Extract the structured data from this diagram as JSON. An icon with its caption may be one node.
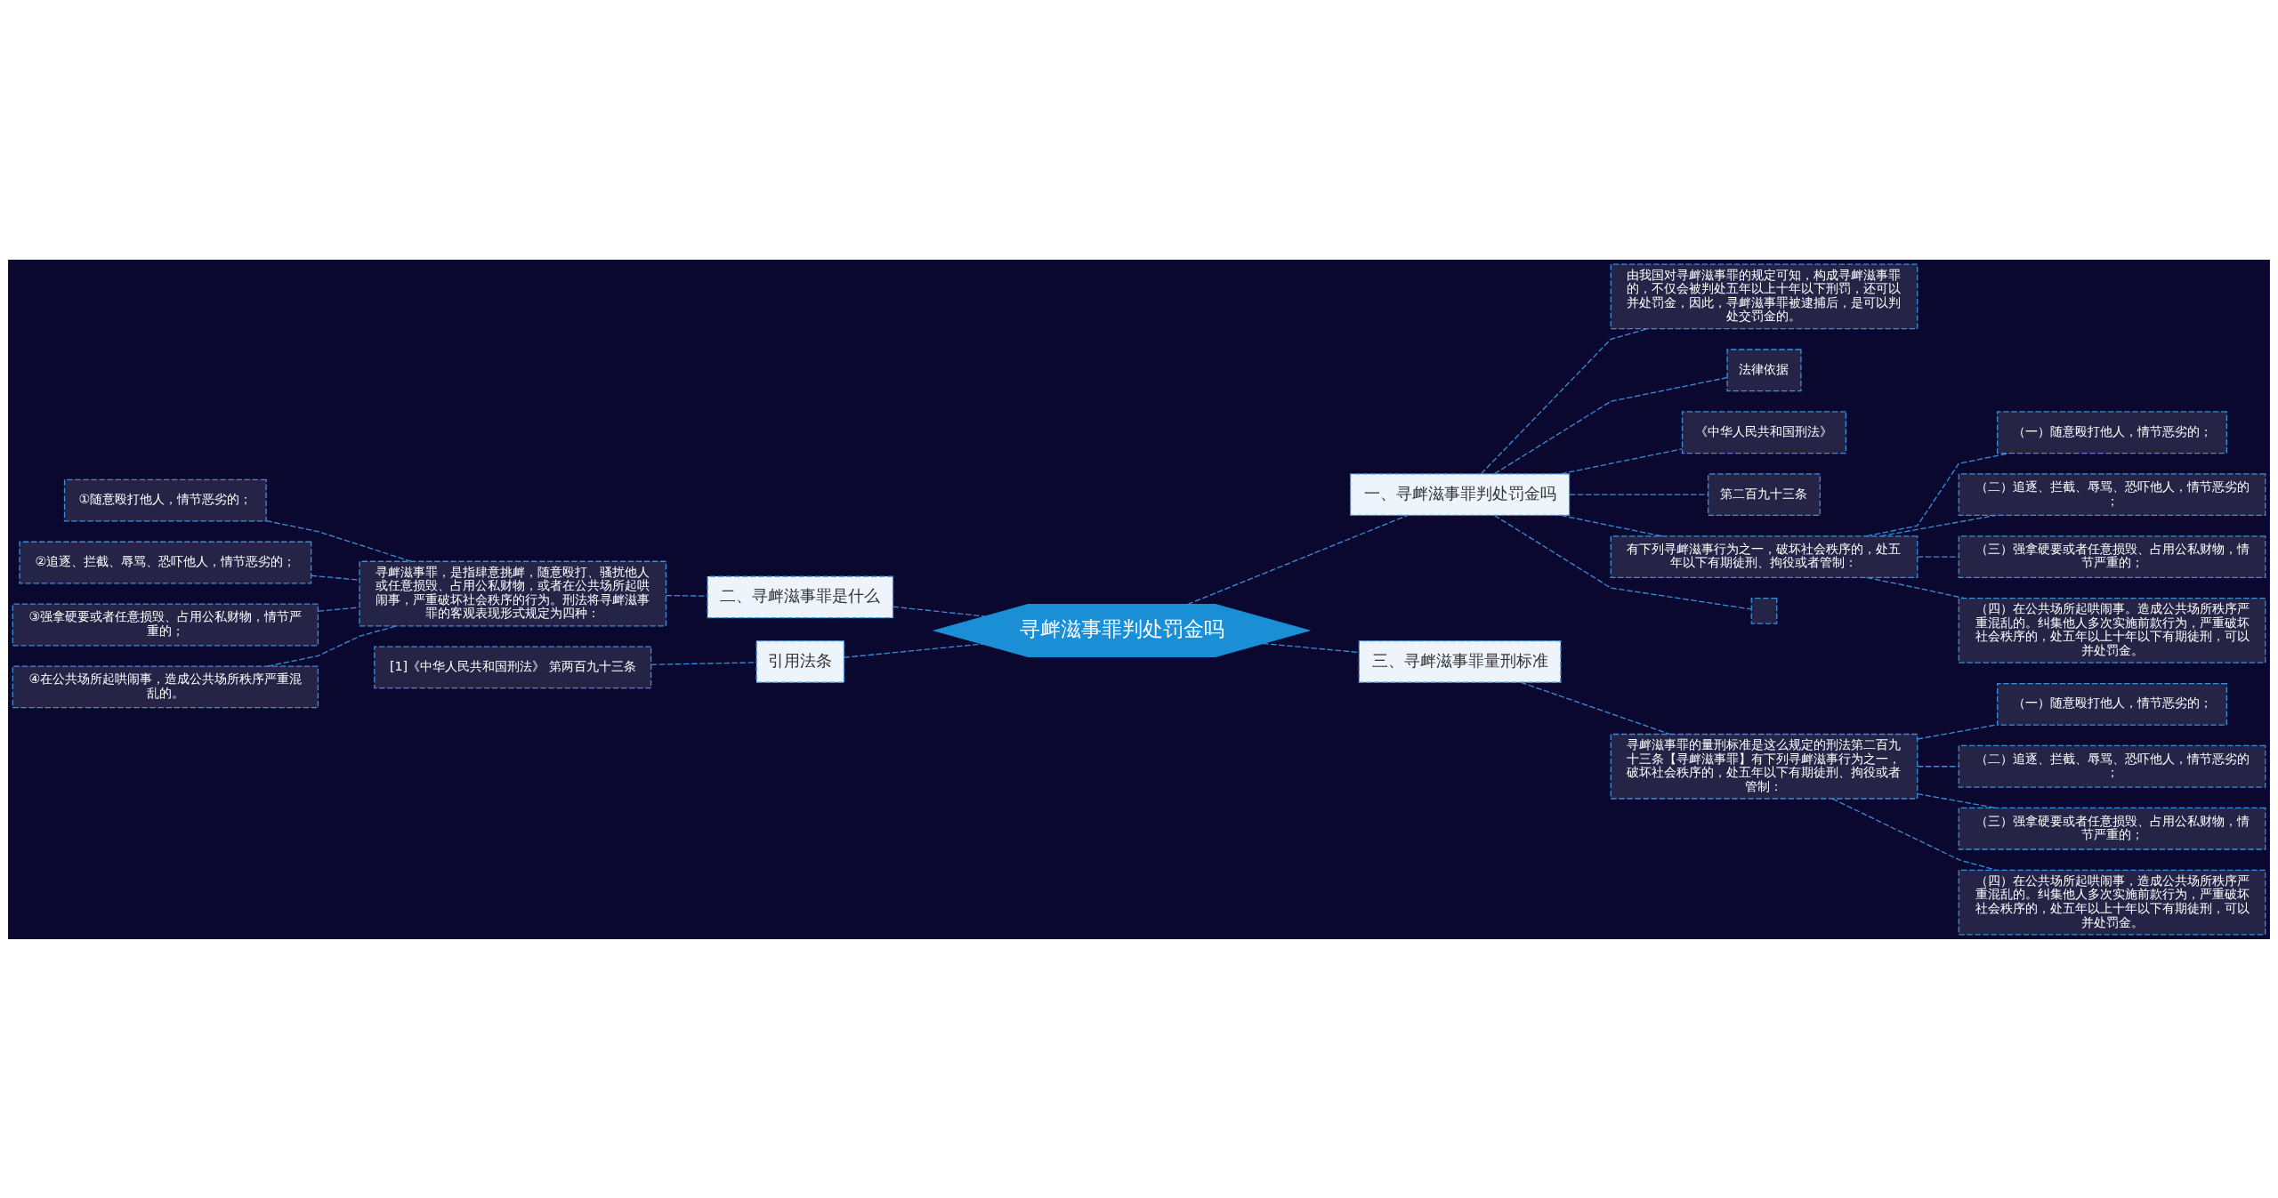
{
  "diagram": {
    "nodes": [
      {
        "text": [
          "寻衅滋事罪判处罚金吗"
        ]
      },
      {
        "text": [
          "一、寻衅滋事罪判处罚金吗"
        ]
      },
      {
        "text": [
          "由我国对寻衅滋事罪的规定可知，构成寻衅滋事罪的，不仅会被判处五年以上十年以下刑罚，还可以并处罚金，因此，寻衅滋事罪被逮捕后，是可以判处交罚金的。"
        ]
      },
      {
        "text": [
          "法律依据"
        ]
      },
      {
        "text": [
          "《中华人民共和国刑法》"
        ]
      },
      {
        "text": [
          "第二百九十三条"
        ]
      },
      {
        "text": [
          "有下列寻衅滋事行为之一，破坏社会秩序的，处五年以下有期徒刑、拘役或者管制："
        ]
      },
      {
        "text": [
          "（一）随意殴打他人，情节恶劣的；"
        ]
      },
      {
        "text": [
          "（二）追逐、拦截、辱骂、恐吓他人，情节恶劣的；"
        ]
      },
      {
        "text": [
          "（三）强拿硬要或者任意损毁、占用公私财物，情节严重的；"
        ]
      },
      {
        "text": [
          "（四）在公共场所起哄闹事。造成公共场所秩序严重混乱的。纠集他人多次实施前款行为，严重破坏社会秩序的，处五年以上十年以下有期徒刑，可以并处罚金。"
        ]
      },
      {
        "text": [],
        "shape": "box"
      },
      {
        "text": [
          "三、寻衅滋事罪量刑标准"
        ]
      },
      {
        "text": [
          "寻衅滋事罪的量刑标准是这么规定的刑法第二百九十三条【寻衅滋事罪】有下列寻衅滋事行为之一，破坏社会秩序的，处五年以下有期徒刑、拘役或者管制："
        ]
      },
      {
        "text": [
          "（一）随意殴打他人，情节恶劣的；"
        ]
      },
      {
        "text": [
          "（二）追逐、拦截、辱骂、恐吓他人，情节恶劣的；"
        ]
      },
      {
        "text": [
          "（三）强拿硬要或者任意损毁、占用公私财物，情节严重的；"
        ]
      },
      {
        "text": [
          "（四）在公共场所起哄闹事，造成公共场所秩序严重混乱的。纠集他人多次实施前款行为，严重破坏社会秩序的，处五年以上十年以下有期徒刑，可以并处罚金。"
        ]
      },
      {
        "text": [
          "二、寻衅滋事罪是什么"
        ]
      },
      {
        "text": [
          "寻衅滋事罪，是指肆意挑衅，随意殴打、骚扰他人或任意损毁、占用公私财物，或者在公共场所起哄闹事，严重破坏社会秩序的行为。刑法将寻衅滋事罪的客观表现形式规定为四种："
        ]
      },
      {
        "text": [
          "①随意殴打他人，情节恶劣的；"
        ]
      },
      {
        "text": [
          "②追逐、拦截、辱骂、恐吓他人，情节恶劣的；"
        ]
      },
      {
        "text": [
          "③强拿硬要或者任意损毁、占用公私财物，情节严重的；"
        ]
      },
      {
        "text": [
          "④在公共场所起哄闹事，造成公共场所秩序严重混乱的。"
        ]
      },
      {
        "text": [
          "引用法条"
        ]
      },
      {
        "text": [
          "[1]《中华人民共和国刑法》 第两百九十三条"
        ]
      }
    ],
    "edges": [
      {
        "from": 0,
        "to": 1,
        "arrow": "none"
      },
      {
        "from": 1,
        "to": 2,
        "arrow": "none"
      },
      {
        "from": 1,
        "to": 3,
        "arrow": "none"
      },
      {
        "from": 1,
        "to": 4,
        "arrow": "none"
      },
      {
        "from": 1,
        "to": 5,
        "arrow": "none"
      },
      {
        "from": 1,
        "to": 6,
        "arrow": "none"
      },
      {
        "from": 6,
        "to": 7,
        "arrow": "none"
      },
      {
        "from": 6,
        "to": 8,
        "arrow": "none"
      },
      {
        "from": 6,
        "to": 9,
        "arrow": "none"
      },
      {
        "from": 6,
        "to": 10,
        "arrow": "none"
      },
      {
        "from": 1,
        "to": 11,
        "arrow": "none"
      },
      {
        "from": 0,
        "to": 12,
        "arrow": "none"
      },
      {
        "from": 12,
        "to": 13,
        "arrow": "none"
      },
      {
        "from": 13,
        "to": 14,
        "arrow": "none"
      },
      {
        "from": 13,
        "to": 15,
        "arrow": "none"
      },
      {
        "from": 13,
        "to": 16,
        "arrow": "none"
      },
      {
        "from": 13,
        "to": 17,
        "arrow": "none"
      },
      {
        "from": 0,
        "to": 18,
        "arrow": "none"
      },
      {
        "from": 18,
        "to": 19,
        "arrow": "none"
      },
      {
        "from": 19,
        "to": 20,
        "arrow": "none"
      },
      {
        "from": 19,
        "to": 21,
        "arrow": "none"
      },
      {
        "from": 19,
        "to": 22,
        "arrow": "none"
      },
      {
        "from": 19,
        "to": 23,
        "arrow": "none"
      },
      {
        "from": 0,
        "to": 24,
        "arrow": "none"
      },
      {
        "from": 24,
        "to": 25,
        "arrow": "none"
      }
    ]
  }
}
